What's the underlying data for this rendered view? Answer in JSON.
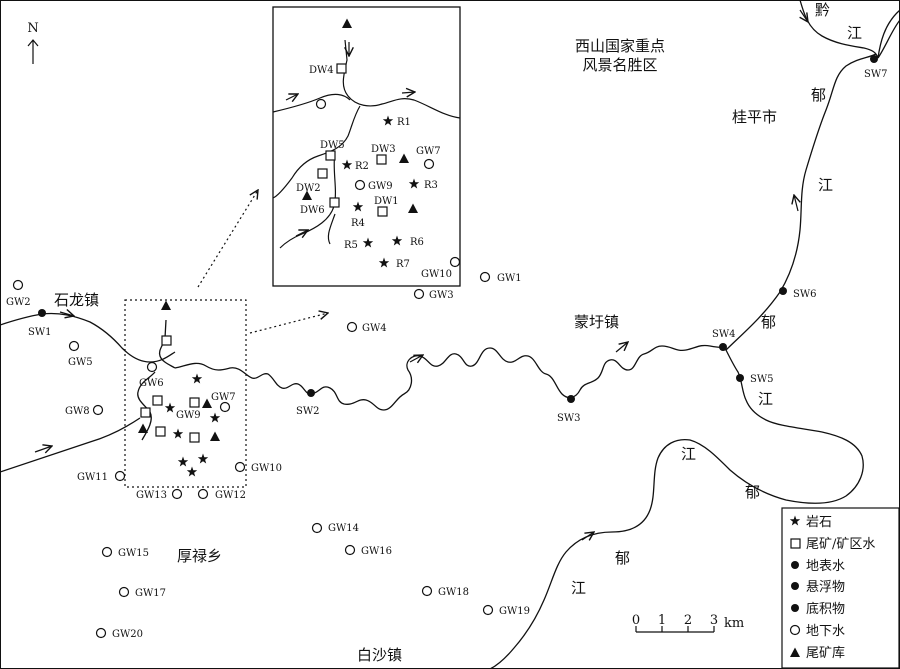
{
  "north": "N",
  "places": {
    "xishan_line1": "西山国家重点",
    "xishan_line2": "风景名胜区",
    "guiping": "桂平市",
    "shilong": "石龙镇",
    "mengxu": "蒙圩镇",
    "houlu": "厚禄乡",
    "baisha": "白沙镇"
  },
  "rivers": {
    "qian": [
      "黔",
      "江"
    ],
    "yu": [
      "郁",
      "江"
    ]
  },
  "stations": {
    "SW1": "SW1",
    "SW2": "SW2",
    "SW3": "SW3",
    "SW4": "SW4",
    "SW5": "SW5",
    "SW6": "SW6",
    "SW7": "SW7",
    "GW1": "GW1",
    "GW2": "GW2",
    "GW3": "GW3",
    "GW4": "GW4",
    "GW5": "GW5",
    "GW6": "GW6",
    "GW7": "GW7",
    "GW8": "GW8",
    "GW9": "GW9",
    "GW10": "GW10",
    "GW11": "GW11",
    "GW12": "GW12",
    "GW13": "GW13",
    "GW14": "GW14",
    "GW15": "GW15",
    "GW16": "GW16",
    "GW17": "GW17",
    "GW18": "GW18",
    "GW19": "GW19",
    "GW20": "GW20"
  },
  "inset": {
    "DW1": "DW1",
    "DW2": "DW2",
    "DW3": "DW3",
    "DW4": "DW4",
    "DW5": "DW5",
    "DW6": "DW6",
    "R1": "R1",
    "R2": "R2",
    "R3": "R3",
    "R4": "R4",
    "R5": "R5",
    "R6": "R6",
    "R7": "R7",
    "GW7": "GW7",
    "GW9": "GW9",
    "GW10": "GW10"
  },
  "legend": {
    "items": [
      {
        "symbol": "star",
        "label": "岩石"
      },
      {
        "symbol": "square",
        "label": "尾矿/矿区水"
      },
      {
        "symbol": "dot",
        "label": "地表水"
      },
      {
        "symbol": "dot",
        "label": "悬浮物"
      },
      {
        "symbol": "dot",
        "label": "底积物"
      },
      {
        "symbol": "circle",
        "label": "地下水"
      },
      {
        "symbol": "triangle",
        "label": "尾矿库"
      }
    ]
  },
  "scale": {
    "ticks": [
      "0",
      "1",
      "2",
      "3"
    ],
    "unit": "km"
  },
  "colors": {
    "ink": "#111111",
    "paper": "#ffffff"
  }
}
